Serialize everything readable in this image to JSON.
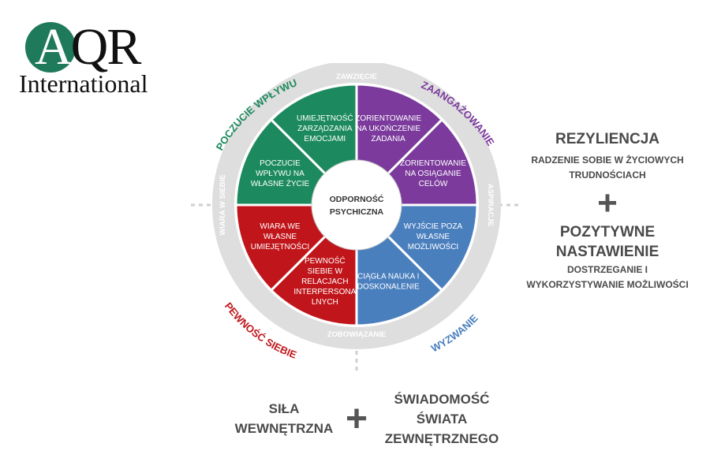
{
  "logo": {
    "mark_a": "A",
    "mark_rest": "QR",
    "subtitle": "International",
    "circle_color": "#1e7a5b"
  },
  "wheel": {
    "center": [
      "ODPORNOŚĆ",
      "PSYCHICZNA"
    ],
    "ring_labels": {
      "top": "ZAWZIĘCIE",
      "right": "ASPIRACJE",
      "bottom": "ZOBOWIĄZANIE",
      "left": "WIARA W SIEBIE"
    },
    "quadrants": [
      {
        "title": "POCZUCIE WPŁYWU",
        "color": "#1c8a5e",
        "segments": [
          [
            "UMIEJĘTNOŚĆ",
            "ZARZĄDZANIA",
            "EMOCJAMI"
          ],
          [
            "POCZUCIE",
            "WPŁYWU NA",
            "WŁASNE ŻYCIE"
          ]
        ]
      },
      {
        "title": "ZAANGAŻOWANIE",
        "color": "#7b3a9c",
        "segments": [
          [
            "ZORIENTOWANIE",
            "NA UKOŃCZENIE",
            "ZADANIA"
          ],
          [
            "ZORIENTOWANIE",
            "NA OSIĄGANIE",
            "CELÓW"
          ]
        ]
      },
      {
        "title": "WYZWANIE",
        "color": "#4a7fbe",
        "segments": [
          [
            "WYJŚCIE POZA",
            "WŁASNE",
            "MOŻLIWOŚCI"
          ],
          [
            "CIĄGŁA NAUKA I",
            "DOSKONALENIE"
          ]
        ]
      },
      {
        "title": "PEWNOŚĆ SIEBIE",
        "color": "#c0161b",
        "segments": [
          [
            "WIARA WE",
            "WŁASNE",
            "UMIEJĘTNOŚCI"
          ],
          [
            "PEWNOŚĆ",
            "SIEBIE W",
            "RELACJACH",
            "INTERPERSONA",
            "LNYCH"
          ]
        ]
      }
    ]
  },
  "right": {
    "title1": "REZYLIENCJA",
    "sub1": [
      "RADZENIE SOBIE W ŻYCIOWYCH",
      "TRUDNOŚCIACH"
    ],
    "plus": "+",
    "title2": [
      "POZYTYWNE",
      "NASTAWIENIE"
    ],
    "sub2": [
      "DOSTRZEGANIE I",
      "WYKORZYSTYWANIE MOŻLIWOŚCI"
    ]
  },
  "bottom": {
    "left": [
      "SIŁA",
      "WEWNĘTRZNA"
    ],
    "plus": "+",
    "right": [
      "ŚWIADOMOŚĆ",
      "ŚWIATA",
      "ZEWNĘTRZNEGO"
    ]
  }
}
